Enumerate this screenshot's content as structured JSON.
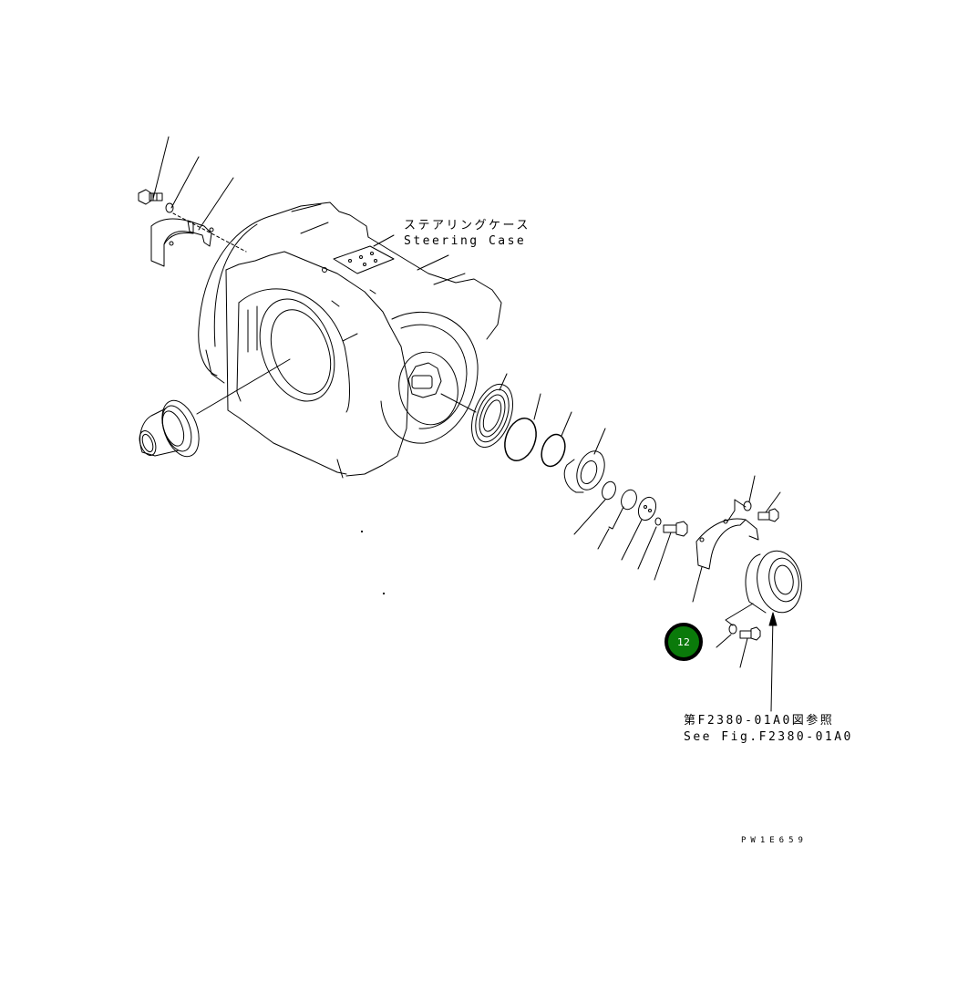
{
  "diagram": {
    "labels": {
      "steering_case_jp": "ステアリングケース",
      "steering_case_en": "Steering Case",
      "reference_jp": "第F2380-01A0図参照",
      "reference_en": "See Fig.F2380-01A0"
    },
    "drawing_code": "PW1E659",
    "callouts": [
      {
        "number": "12",
        "fill": "#0a7a0a",
        "border": "#000000"
      }
    ],
    "colors": {
      "line": "#000000",
      "background": "#ffffff"
    }
  }
}
